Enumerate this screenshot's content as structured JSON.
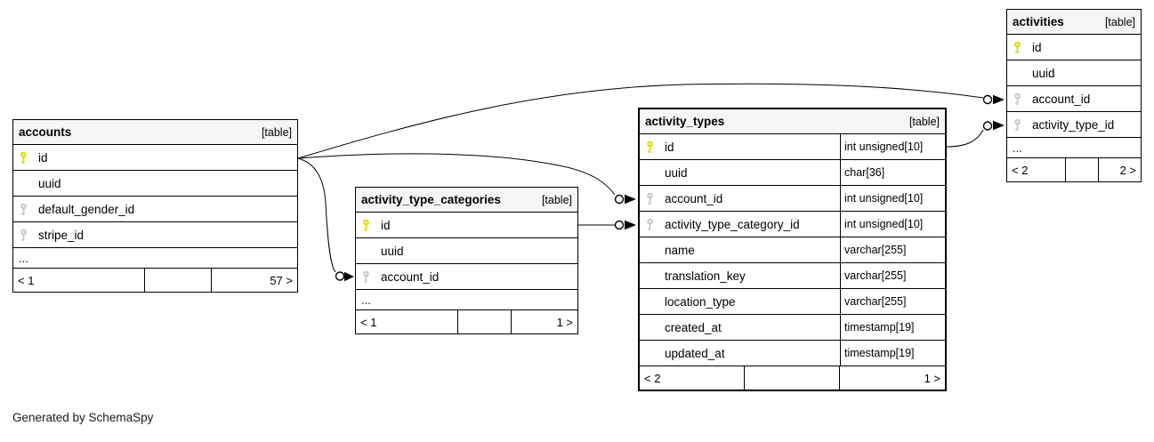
{
  "footer_note": "Generated by SchemaSpy",
  "colors": {
    "primary_key_icon": "#dcdc00",
    "foreign_key_icon": "#c8c8c8",
    "header_background": "#f5f5f5",
    "border_and_lines": "#000000"
  },
  "tables": {
    "accounts": {
      "name": "accounts",
      "tag": "[table]",
      "columns": [
        {
          "name": "id",
          "key": "primary"
        },
        {
          "name": "uuid",
          "key": "none"
        },
        {
          "name": "default_gender_id",
          "key": "foreign"
        },
        {
          "name": "stripe_id",
          "key": "foreign"
        }
      ],
      "ellipsis": "...",
      "pager": {
        "left": "< 1",
        "right": "57 >"
      }
    },
    "activity_type_categories": {
      "name": "activity_type_categories",
      "tag": "[table]",
      "columns": [
        {
          "name": "id",
          "key": "primary"
        },
        {
          "name": "uuid",
          "key": "none"
        },
        {
          "name": "account_id",
          "key": "foreign"
        }
      ],
      "ellipsis": "...",
      "pager": {
        "left": "< 1",
        "right": "1 >"
      }
    },
    "activity_types": {
      "name": "activity_types",
      "tag": "[table]",
      "columns": [
        {
          "name": "id",
          "key": "primary",
          "type": "int unsigned[10]"
        },
        {
          "name": "uuid",
          "key": "none",
          "type": "char[36]"
        },
        {
          "name": "account_id",
          "key": "foreign",
          "type": "int unsigned[10]"
        },
        {
          "name": "activity_type_category_id",
          "key": "foreign",
          "type": "int unsigned[10]"
        },
        {
          "name": "name",
          "key": "none",
          "type": "varchar[255]"
        },
        {
          "name": "translation_key",
          "key": "none",
          "type": "varchar[255]"
        },
        {
          "name": "location_type",
          "key": "none",
          "type": "varchar[255]"
        },
        {
          "name": "created_at",
          "key": "none",
          "type": "timestamp[19]"
        },
        {
          "name": "updated_at",
          "key": "none",
          "type": "timestamp[19]"
        }
      ],
      "pager": {
        "left": "< 2",
        "right": "1 >"
      }
    },
    "activities": {
      "name": "activities",
      "tag": "[table]",
      "columns": [
        {
          "name": "id",
          "key": "primary"
        },
        {
          "name": "uuid",
          "key": "none"
        },
        {
          "name": "account_id",
          "key": "foreign"
        },
        {
          "name": "activity_type_id",
          "key": "foreign"
        }
      ],
      "ellipsis": "...",
      "pager": {
        "left": "< 2",
        "right": "2 >"
      }
    }
  },
  "relationships": [
    {
      "from": "accounts.id",
      "to": "activities.account_id"
    },
    {
      "from": "accounts.id",
      "to": "activity_types.account_id"
    },
    {
      "from": "accounts.id",
      "to": "activity_type_categories.account_id"
    },
    {
      "from": "activity_type_categories.id",
      "to": "activity_types.activity_type_category_id"
    },
    {
      "from": "activity_types.id",
      "to": "activities.activity_type_id"
    }
  ]
}
